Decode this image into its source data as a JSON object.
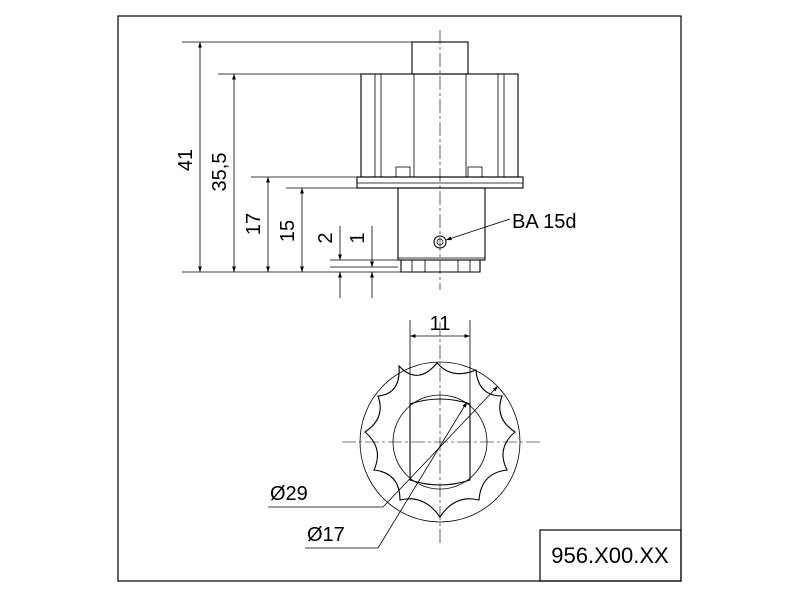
{
  "drawing": {
    "part_number": "956.X00.XX",
    "base_label": "BA 15d",
    "side_view_dimensions": {
      "overall_height": "41",
      "body_height": "35,5",
      "flange_height": "17",
      "base_height": "15",
      "pin_offset_2": "2",
      "pin_offset_1": "1"
    },
    "top_view_dimensions": {
      "width": "11",
      "outer_diameter": "Ø29",
      "inner_diameter": "Ø17"
    }
  }
}
